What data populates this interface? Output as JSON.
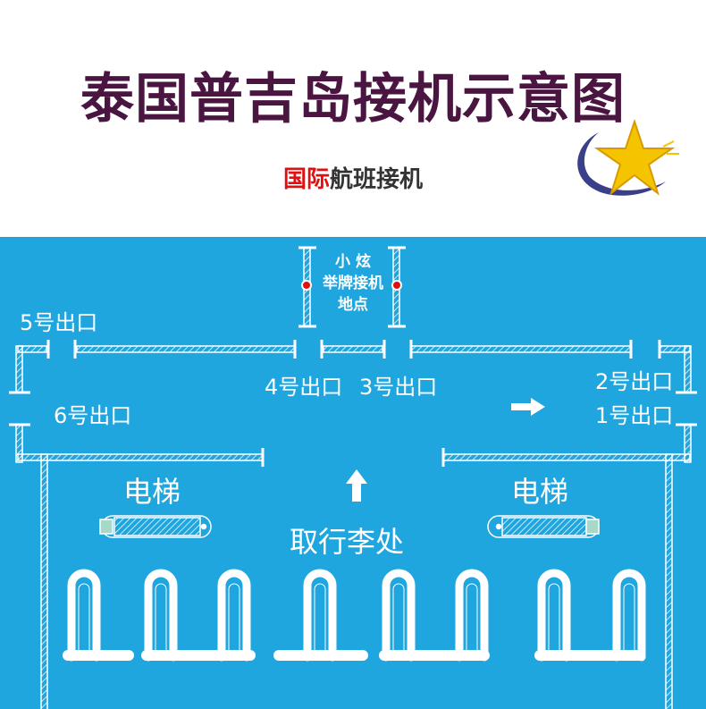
{
  "title": "泰国普吉岛接机示意图",
  "subtitle": {
    "highlight": "国际",
    "rest": "航班接机"
  },
  "colors": {
    "map_bg": "#1fa6df",
    "title": "#4a1540",
    "highlight": "#e01010",
    "marker": "#e01010",
    "line": "#ffffff"
  },
  "icons": [
    "star-logo-icon",
    "arrow-right-icon",
    "arrow-up-icon",
    "escalator-icon",
    "baggage-carousel-icon"
  ],
  "meeting_point": {
    "line1": "小 炫",
    "line2": "举牌接机",
    "line3": "地点"
  },
  "exits": {
    "exit5": "5号出口",
    "exit6": "6号出口",
    "exit4": "4号出口",
    "exit3": "3号出口",
    "exit2": "2号出口",
    "exit1": "1号出口"
  },
  "escalator_left": "电梯",
  "escalator_right": "电梯",
  "baggage_claim": "取行李处"
}
